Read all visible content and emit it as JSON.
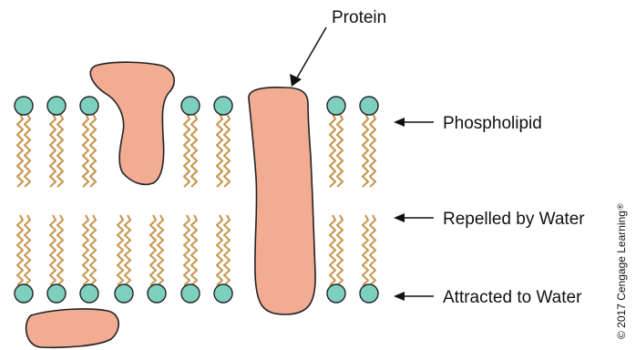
{
  "labels": {
    "protein": "Protein",
    "phospholipid": "Phospholipid",
    "repelled": "Repelled by Water",
    "attracted": "Attracted to Water"
  },
  "copyright": "© 2017 Cengage Learning",
  "copyright_mark": "®",
  "colors": {
    "protein": "#f1ac92",
    "head": "#7dcfc0",
    "tail": "#c89a55",
    "outline": "#222222"
  }
}
